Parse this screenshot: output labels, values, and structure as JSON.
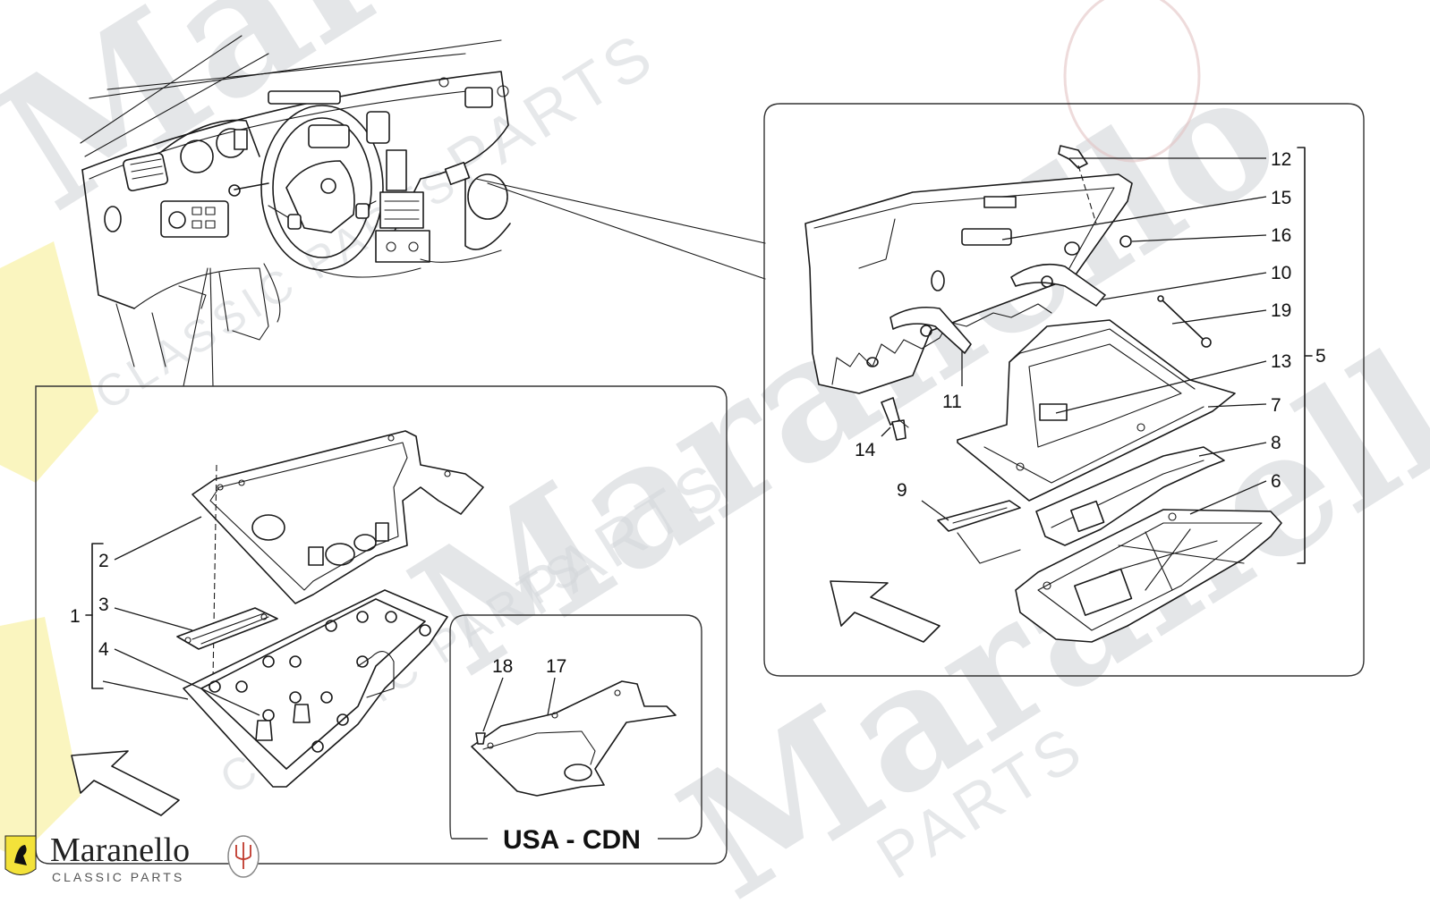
{
  "watermark": {
    "big_word": "Maranello",
    "small_word": "PARTS",
    "classic_word": "CLASSIC PARTS"
  },
  "logo": {
    "name": "Maranello",
    "subtitle": "CLASSIC PARTS",
    "icons": [
      "prancing-horse-shield-icon",
      "trident-badge-icon"
    ]
  },
  "region_label": "USA - CDN",
  "callouts": {
    "c1": "1",
    "c2": "2",
    "c3": "3",
    "c4": "4",
    "c5": "5",
    "c6": "6",
    "c7": "7",
    "c8": "8",
    "c9": "9",
    "c10": "10",
    "c11": "11",
    "c12": "12",
    "c13": "13",
    "c14": "14",
    "c15": "15",
    "c16": "16",
    "c17": "17",
    "c18": "18",
    "c19": "19"
  },
  "colors": {
    "line": "#1a1a1a",
    "frame": "#333333",
    "watermark": "#cfd2d6",
    "shield_yellow": "#f3e23a",
    "trident_red": "#c0392b"
  }
}
